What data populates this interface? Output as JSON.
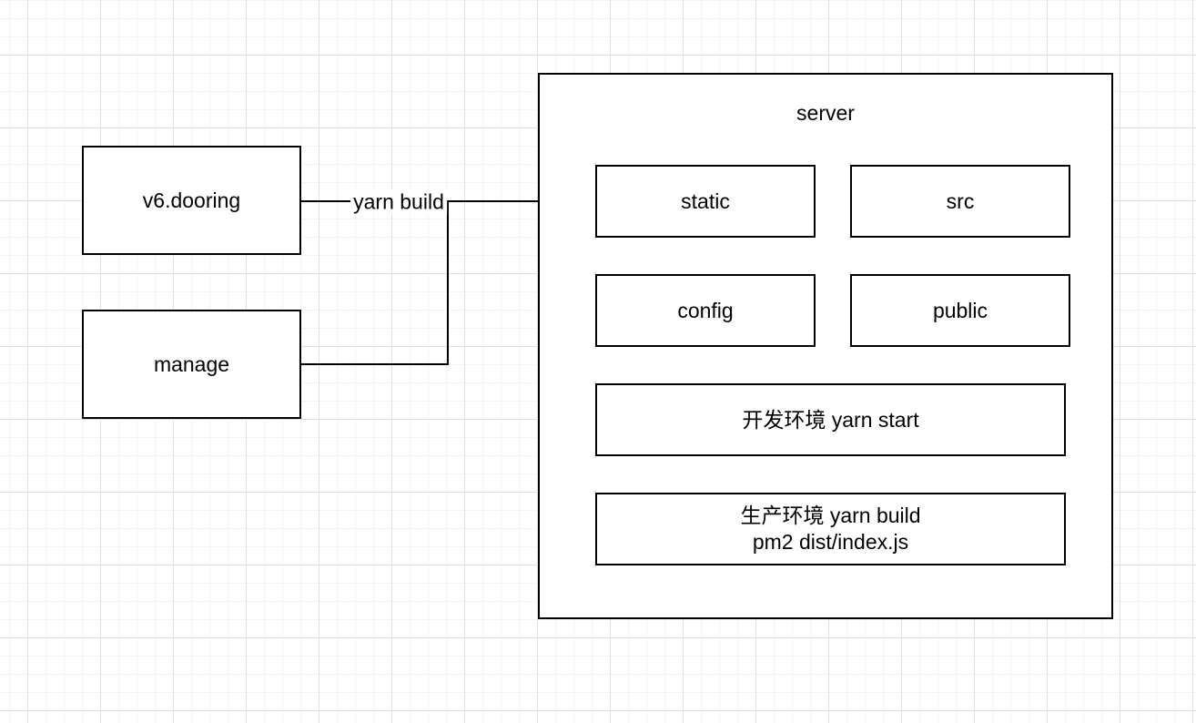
{
  "diagram": {
    "nodes": {
      "v6_dooring": {
        "label": "v6.dooring"
      },
      "manage": {
        "label": "manage"
      },
      "server": {
        "label": "server"
      },
      "static_dir": {
        "label": "static"
      },
      "src_dir": {
        "label": "src"
      },
      "config_dir": {
        "label": "config"
      },
      "public_dir": {
        "label": "public"
      },
      "dev_env": {
        "label": "开发环境 yarn start"
      },
      "prod_env": {
        "line1": "生产环境 yarn build",
        "line2": "pm2 dist/index.js"
      }
    },
    "edges": {
      "build_label": "yarn build"
    },
    "colors": {
      "stroke": "#000000",
      "node_fill": "#ffffff",
      "background": "#ffffff",
      "grid_minor": "#f4f4f4",
      "grid_major": "#dedede"
    }
  }
}
